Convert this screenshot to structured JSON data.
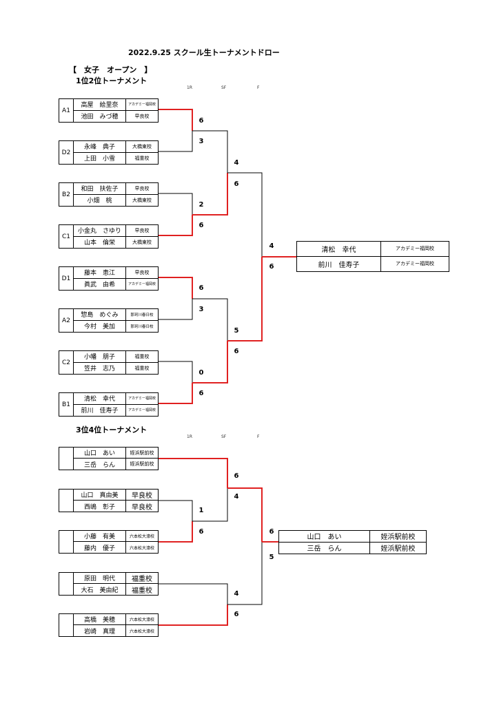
{
  "title": "2022.9.25 スクール生トーナメントドロー",
  "division": "【　女子　オープン　】",
  "rounds": {
    "r1": "1R",
    "sf": "SF",
    "f": "F"
  },
  "bracket1": {
    "title": "1位2位トーナメント",
    "entries": [
      {
        "seed": "A1",
        "p1": "高屋　絵里奈",
        "c1": "アカデミー福岡校",
        "p2": "池田　みづ穂",
        "c2": "早良校"
      },
      {
        "seed": "D2",
        "p1": "永峰　典子",
        "c1": "大橋東校",
        "p2": "上田　小雪",
        "c2": "福重校"
      },
      {
        "seed": "B2",
        "p1": "和田　扶佐子",
        "c1": "早良校",
        "p2": "小畑　桃",
        "c2": "大橋東校"
      },
      {
        "seed": "C1",
        "p1": "小金丸　さゆり",
        "c1": "早良校",
        "p2": "山本　倫栄",
        "c2": "大橋東校"
      },
      {
        "seed": "D1",
        "p1": "藤本　恵江",
        "c1": "早良校",
        "p2": "眞武　由希",
        "c2": "アカデミー福岡校"
      },
      {
        "seed": "A2",
        "p1": "惣島　めぐみ",
        "c1": "那珂川春日校",
        "p2": "今村　美加",
        "c2": "那珂川春日校"
      },
      {
        "seed": "C2",
        "p1": "小幡　朋子",
        "c1": "福重校",
        "p2": "笠井　志乃",
        "c2": "福重校"
      },
      {
        "seed": "B1",
        "p1": "清松　幸代",
        "c1": "アカデミー福岡校",
        "p2": "前川　佳寿子",
        "c2": "アカデミー福岡校"
      }
    ],
    "scores": {
      "r1": [
        "6",
        "3",
        "2",
        "6",
        "6",
        "3",
        "0",
        "6"
      ],
      "sf": [
        "4",
        "6",
        "5",
        "6"
      ],
      "f": [
        "4",
        "6"
      ]
    },
    "winner": {
      "p1": "清松　幸代",
      "c1": "アカデミー福岡校",
      "p2": "前川　佳寿子",
      "c2": "アカデミー福岡校"
    }
  },
  "bracket2": {
    "title": "3位4位トーナメント",
    "entries": [
      {
        "p1": "山口　あい",
        "c1": "姪浜駅前校",
        "p2": "三岳　らん",
        "c2": "姪浜駅前校"
      },
      {
        "p1": "山口　真由美",
        "c1": "早良校",
        "p2": "西嶋　彰子",
        "c2": "早良校"
      },
      {
        "p1": "小藤　有美",
        "c1": "六本松大濠校",
        "p2": "藤内　優子",
        "c2": "六本松大濠校"
      },
      {
        "p1": "原田　明代",
        "c1": "福重校",
        "p2": "大石　美由紀",
        "c2": "福重校"
      },
      {
        "p1": "高橋　美穂",
        "c1": "六本松大濠校",
        "p2": "岩崎　真理",
        "c2": "六本松大濠校"
      }
    ],
    "scores": {
      "r1": [
        "1",
        "6"
      ],
      "sf": [
        "6",
        "4",
        "4",
        "6"
      ],
      "f": [
        "6",
        "5"
      ]
    },
    "winner": {
      "p1": "山口　あい",
      "c1": "姪浜駅前校",
      "p2": "三岳　らん",
      "c2": "姪浜駅前校"
    }
  }
}
